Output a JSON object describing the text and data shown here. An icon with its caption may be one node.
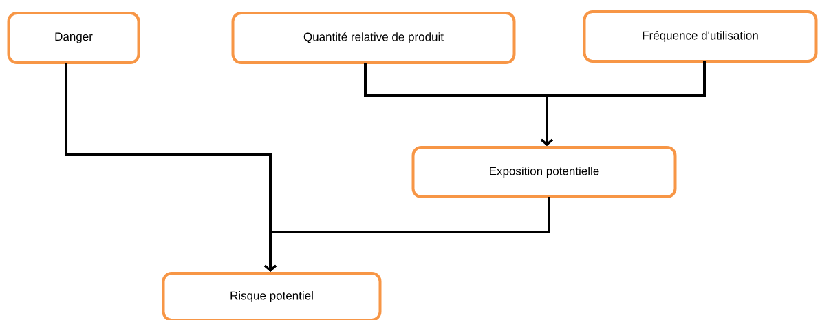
{
  "diagram": {
    "nodes": [
      {
        "text": [
          "Danger"
        ]
      },
      {
        "text": [
          "Quantité relative de produit"
        ]
      },
      {
        "text": [
          "Fréquence d'utilisation"
        ]
      },
      {
        "text": [
          "Exposition potentielle"
        ]
      },
      {
        "text": [
          "Risque potentiel"
        ]
      }
    ],
    "edges": [
      {
        "from": 1,
        "to": 3,
        "arrow": "to"
      },
      {
        "from": 2,
        "to": 3,
        "arrow": "to"
      },
      {
        "from": 0,
        "to": 4,
        "arrow": "to"
      },
      {
        "from": 3,
        "to": 4,
        "arrow": "to"
      }
    ]
  }
}
